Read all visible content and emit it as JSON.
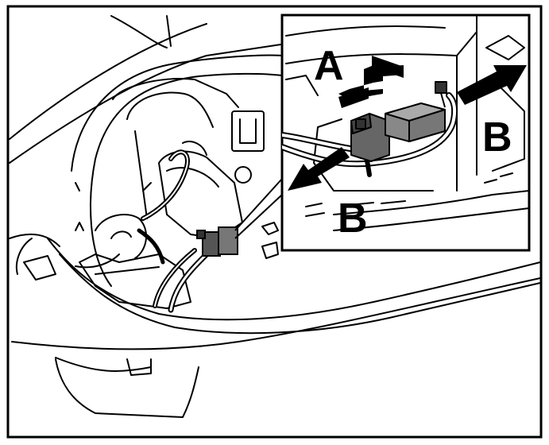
{
  "diagram": {
    "labels": {
      "a": "A",
      "b_right": "B",
      "b_left": "B"
    }
  }
}
